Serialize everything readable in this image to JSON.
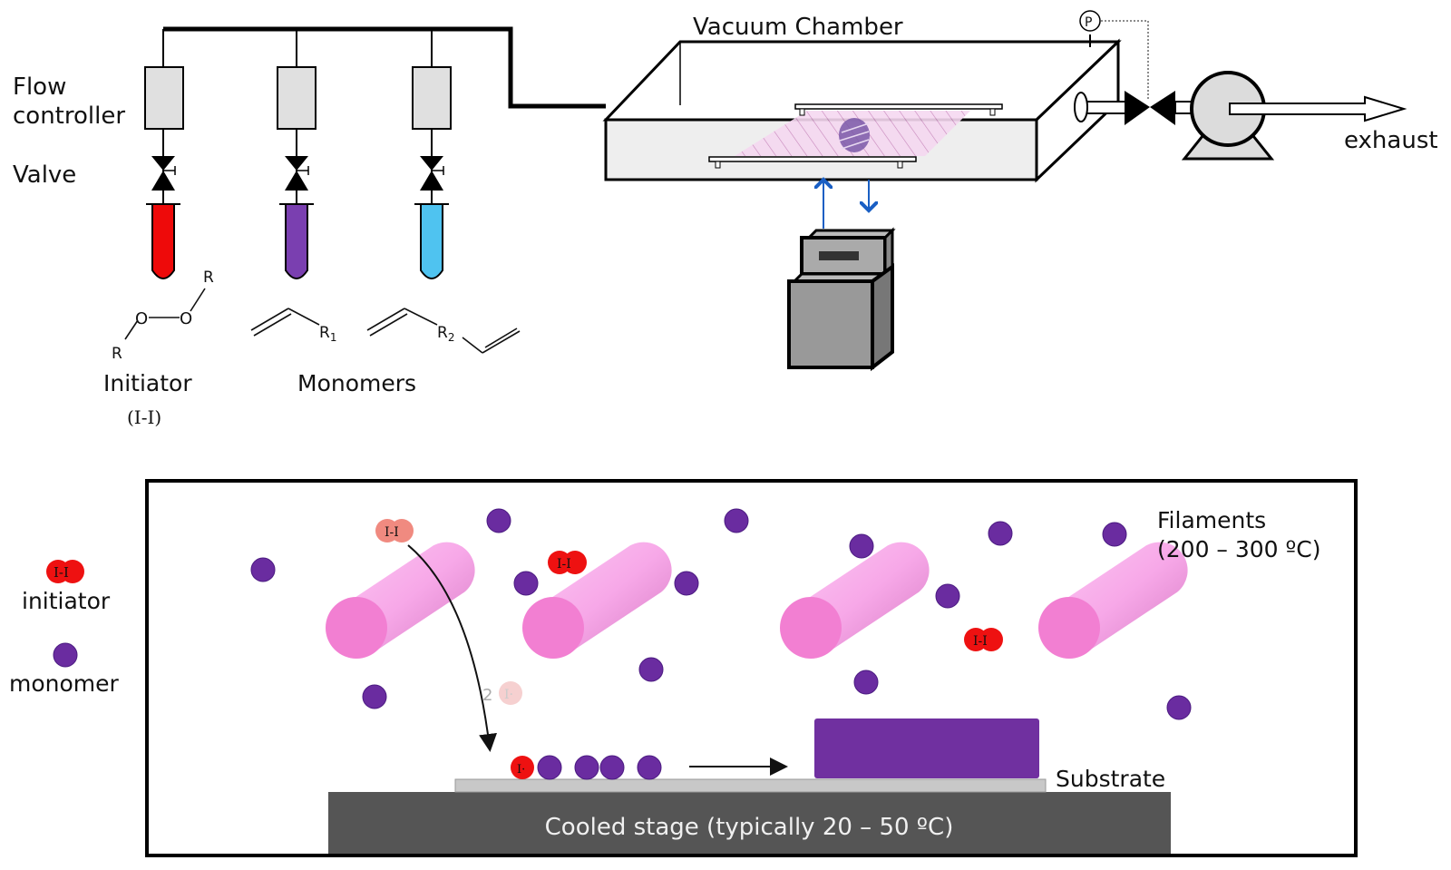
{
  "top_panel": {
    "labels": {
      "flow_controller_line1": "Flow",
      "flow_controller_line2": "controller",
      "valve": "Valve",
      "vacuum_chamber": "Vacuum Chamber",
      "exhaust": "exhaust",
      "pressure_gauge": "P",
      "initiator": "Initiator",
      "initiator_formula": "(I-I)",
      "monomers": "Monomers"
    },
    "reservoirs": [
      {
        "name": "initiator",
        "color": "#ee0a0a"
      },
      {
        "name": "monomer-1",
        "color": "#7a3fb0"
      },
      {
        "name": "monomer-2",
        "color": "#4fc3f0"
      }
    ],
    "chemistry": {
      "initiator_R_top": "R",
      "initiator_R_bottom": "R",
      "initiator_O_left": "O",
      "initiator_O_right": "O",
      "monomer1_group": "R",
      "monomer1_sub": "1",
      "monomer2_group": "R",
      "monomer2_sub": "2"
    }
  },
  "bottom_panel": {
    "legend": {
      "initiator_symbol": "I-I",
      "initiator_label": "initiator",
      "monomer_label": "monomer"
    },
    "filaments_line1": "Filaments",
    "filaments_line2": "(200 – 300 ºC)",
    "substrate_label": "Substrate",
    "stage_label": "Cooled stage (typically 20 – 50 ºC)",
    "initiator_molecule": "I-I",
    "radical_count": "2",
    "radical_symbol": "I·",
    "surface_radical": "I·",
    "colors": {
      "initiator": "#ee1111",
      "monomer": "#6a2ca0",
      "filament": "#f28ad8",
      "polymer_film": "#7030a0",
      "stage": "#555555",
      "substrate": "#c8c8c8"
    }
  }
}
